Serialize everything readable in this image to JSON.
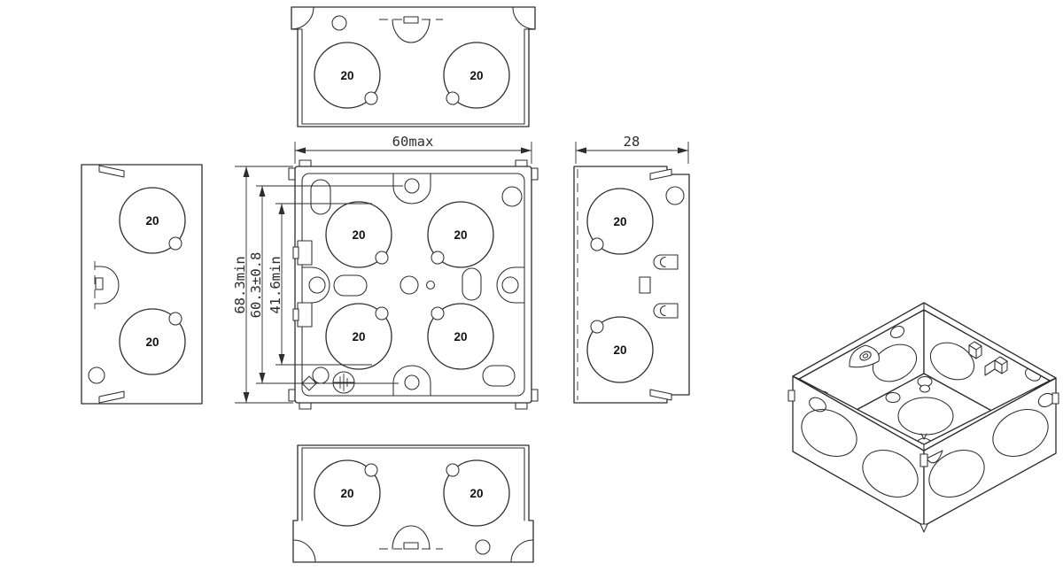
{
  "drawing": {
    "colors": {
      "line": "#2d2d2d",
      "background": "#ffffff"
    },
    "knockout_label": "20",
    "dimensions": {
      "front_width": "60max",
      "side_depth": "28",
      "overall_height": "68.3min",
      "fixing_hole_centres": "60.3±0.8",
      "inner_clearance": "41.6min"
    },
    "icons": {
      "earth": "earth-terminal-symbol"
    }
  }
}
